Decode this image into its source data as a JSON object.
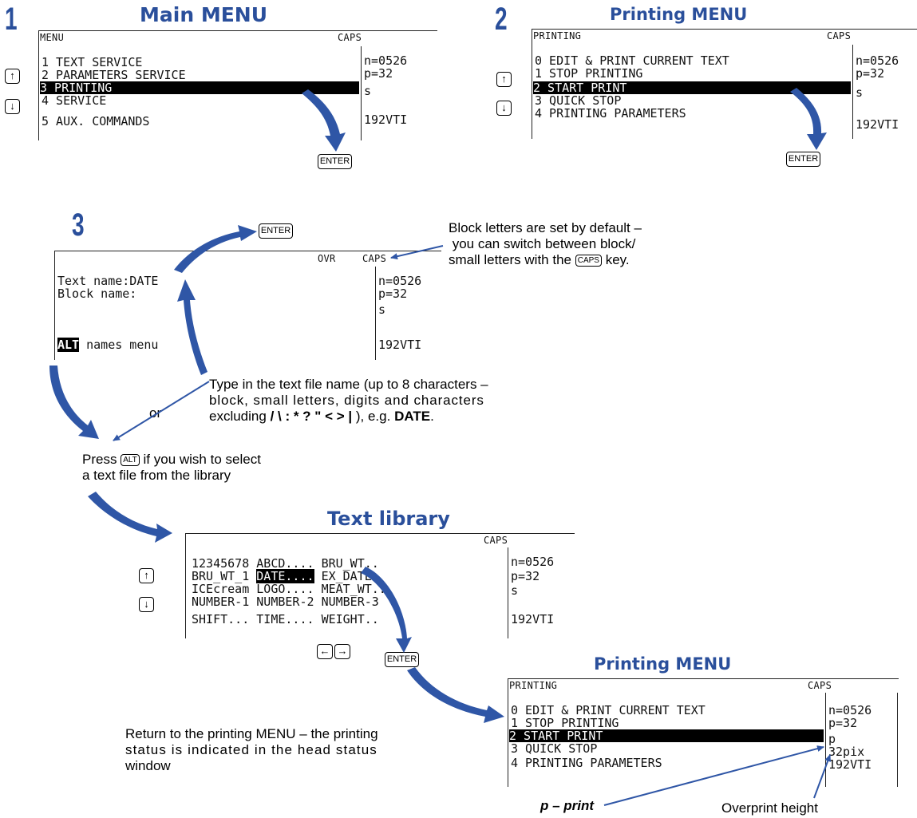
{
  "step1": {
    "number": "1",
    "title": "Main MENU",
    "screen": {
      "header_left": "MENU",
      "header_right": "CAPS",
      "items": [
        "1 TEXT SERVICE",
        "2 PARAMETERS SERVICE",
        "3 PRINTING",
        "4 SERVICE",
        "5 AUX. COMMANDS"
      ],
      "selected_index": 2,
      "status": [
        "n=0526",
        "p=32",
        "s",
        "",
        "192VTI"
      ]
    },
    "enter_key": "ENTER"
  },
  "step2": {
    "number": "2",
    "title": "Printing MENU",
    "screen": {
      "header_left": "PRINTING",
      "header_right": "CAPS",
      "items": [
        "0 EDIT & PRINT CURRENT TEXT",
        "1 STOP PRINTING",
        "2 START PRINT",
        "3 QUICK STOP",
        "4 PRINTING PARAMETERS"
      ],
      "selected_index": 2,
      "status": [
        "n=0526",
        "p=32",
        "s",
        "",
        "192VTI"
      ]
    },
    "enter_key": "ENTER"
  },
  "step3": {
    "number": "3",
    "enter_key": "ENTER",
    "screen": {
      "header_mid": "OVR",
      "header_right": "CAPS",
      "line1": "Text name:DATE",
      "line2": "Block name:",
      "alt_label": "ALT",
      "alt_text": " names menu",
      "status": [
        "n=0526",
        "p=32",
        "s",
        "",
        "192VTI"
      ]
    },
    "note_caps": {
      "line1": "Block letters are set by default –",
      "line2": " you can switch between block/",
      "line3_a": "small letters with the ",
      "key": "CAPS",
      "line3_b": " key."
    },
    "note_type": {
      "line1": "Type in the text file name (up to 8 characters –",
      "line2": "block, small letters, digits and characters",
      "line3_a": "excluding ",
      "line3_bold": "/ \\ : * ? \" < > |",
      "line3_b": " ), e.g. ",
      "line3_bold2": "DATE",
      "line3_c": "."
    },
    "or_label": "or",
    "note_alt": {
      "line1_a": "Press ",
      "key": "ALT",
      "line1_b": " if you wish to select",
      "line2": "a text file from the library"
    }
  },
  "library": {
    "title": "Text library",
    "screen": {
      "header_right": "CAPS",
      "rows": [
        [
          "12345678",
          "ABCD....",
          "BRU_WT.."
        ],
        [
          "BRU_WT_1",
          "DATE....",
          "EX_DATE."
        ],
        [
          "ICEcream",
          "LOGO....",
          "MEAT_WT.."
        ],
        [
          "NUMBER-1",
          "NUMBER-2",
          "NUMBER-3"
        ],
        [
          "SHIFT...",
          "TIME....",
          "WEIGHT.."
        ]
      ],
      "selected_cell": [
        1,
        1
      ],
      "status": [
        "n=0526",
        "p=32",
        "s",
        "",
        "192VTI"
      ]
    },
    "enter_key": "ENTER"
  },
  "final": {
    "title": "Printing MENU",
    "screen": {
      "header_left": "PRINTING",
      "header_right": "CAPS",
      "items": [
        "0 EDIT & PRINT CURRENT TEXT",
        "1 STOP PRINTING",
        "2 START PRINT",
        "3 QUICK STOP",
        "4 PRINTING PARAMETERS"
      ],
      "selected_index": 2,
      "status": [
        "n=0526",
        "p=32",
        "p",
        "32pix",
        "192VTI"
      ]
    },
    "note_return": {
      "line1": "Return to the printing MENU – the printing",
      "line2": "status is indicated in the head status",
      "line3": "window"
    },
    "label_print": "p – print",
    "label_overprint": "Overprint height"
  },
  "colors": {
    "accent": "#2a4f9b",
    "arrow": "#2f56a6"
  }
}
